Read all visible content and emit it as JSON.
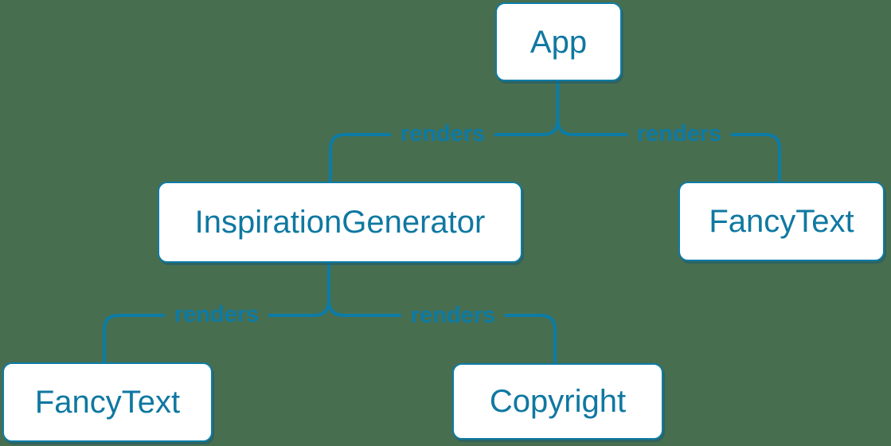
{
  "diagram": {
    "background_color": "#486e50",
    "accent_color": "#0d7ca6",
    "node_fill": "#ffffff",
    "node_text_color": "#0f78a1",
    "nodes": [
      {
        "id": "app",
        "label": "App"
      },
      {
        "id": "inspiration-generator",
        "label": "InspirationGenerator"
      },
      {
        "id": "fancy-text-right",
        "label": "FancyText"
      },
      {
        "id": "fancy-text-left",
        "label": "FancyText"
      },
      {
        "id": "copyright",
        "label": "Copyright"
      }
    ],
    "edges": [
      {
        "from": "App",
        "to": "InspirationGenerator",
        "label": "renders"
      },
      {
        "from": "App",
        "to": "FancyText",
        "label": "renders"
      },
      {
        "from": "InspirationGenerator",
        "to": "FancyText",
        "label": "renders"
      },
      {
        "from": "InspirationGenerator",
        "to": "Copyright",
        "label": "renders"
      }
    ]
  }
}
